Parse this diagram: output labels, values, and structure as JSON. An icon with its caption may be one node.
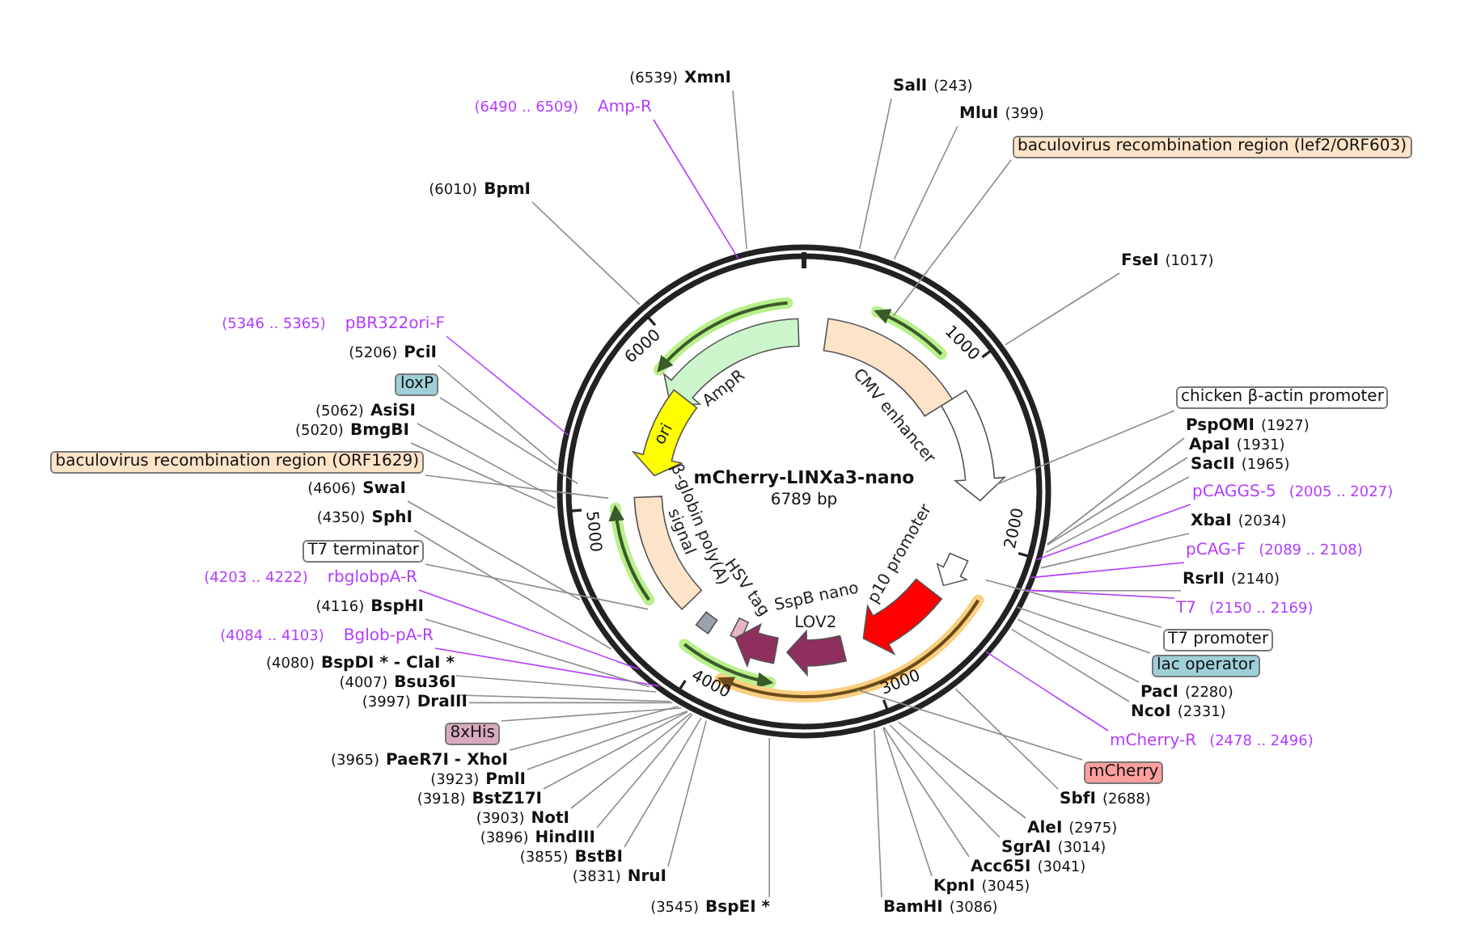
{
  "diagram": {
    "title": "mCherry-LINXa3-nano",
    "nodes": [
      {
        "text": [
          "SalI",
          "(243)"
        ]
      },
      {
        "text": [
          "MluI",
          "(399)"
        ]
      },
      {
        "text": [
          "baculovirus recombination region (lef2/ORF603)"
        ]
      },
      {
        "text": [
          "FseI",
          "(1017)"
        ]
      },
      {
        "text": [
          "chicken β-actin promoter"
        ]
      },
      {
        "text": [
          "PspOMI",
          "(1927)"
        ]
      },
      {
        "text": [
          "ApaI",
          "(1931)"
        ]
      },
      {
        "text": [
          "SacII",
          "(1965)"
        ]
      },
      {
        "text": [
          "pCAGGS-5",
          "(2005 .. 2027)"
        ]
      },
      {
        "text": [
          "XbaI",
          "(2034)"
        ]
      },
      {
        "text": [
          "pCAG-F",
          "(2089 .. 2108)"
        ]
      },
      {
        "text": [
          "RsrII",
          "(2140)"
        ]
      },
      {
        "text": [
          "T7",
          "(2150 .. 2169)"
        ]
      },
      {
        "text": [
          "T7 promoter"
        ]
      },
      {
        "text": [
          "lac operator"
        ]
      },
      {
        "text": [
          "PacI",
          "(2280)"
        ]
      },
      {
        "text": [
          "NcoI",
          "(2331)"
        ]
      },
      {
        "text": [
          "mCherry-R",
          "(2478 .. 2496)"
        ]
      },
      {
        "text": [
          "mCherry"
        ]
      },
      {
        "text": [
          "SbfI",
          "(2688)"
        ]
      },
      {
        "text": [
          "AleI",
          "(2975)"
        ]
      },
      {
        "text": [
          "SgrAI",
          "(3014)"
        ]
      },
      {
        "text": [
          "Acc65I",
          "(3041)"
        ]
      },
      {
        "text": [
          "KpnI",
          "(3045)"
        ]
      },
      {
        "text": [
          "BamHI",
          "(3086)"
        ]
      },
      {
        "text": [
          "(3545)",
          "BspEI *"
        ]
      },
      {
        "text": [
          "(3831)",
          "NruI"
        ]
      },
      {
        "text": [
          "(3855)",
          "BstBI"
        ]
      },
      {
        "text": [
          "(3896)",
          "HindIII"
        ]
      },
      {
        "text": [
          "(3903)",
          "NotI"
        ]
      },
      {
        "text": [
          "(3918)",
          "BstZ17I"
        ]
      },
      {
        "text": [
          "(3923)",
          "PmlI"
        ]
      },
      {
        "text": [
          "(3965)",
          "PaeR7I - XhoI"
        ]
      },
      {
        "text": [
          "8xHis"
        ]
      },
      {
        "text": [
          "(3997)",
          "DraIII"
        ]
      },
      {
        "text": [
          "(4007)",
          "Bsu36I"
        ]
      },
      {
        "text": [
          "(4080)",
          "BspDI * - ClaI *"
        ]
      },
      {
        "text": [
          "(4084 .. 4103)",
          "Bglob-pA-R"
        ]
      },
      {
        "text": [
          "(4116)",
          "BspHI"
        ]
      },
      {
        "text": [
          "(4203 .. 4222)",
          "rbglobpA-R"
        ]
      },
      {
        "text": [
          "T7 terminator"
        ]
      },
      {
        "text": [
          "(4350)",
          "SphI"
        ]
      },
      {
        "text": [
          "(4606)",
          "SwaI"
        ]
      },
      {
        "text": [
          "baculovirus recombination region (ORF1629)"
        ]
      },
      {
        "text": [
          "(5020)",
          "BmgBI"
        ]
      },
      {
        "text": [
          "(5062)",
          "AsiSI"
        ]
      },
      {
        "text": [
          "loxP"
        ]
      },
      {
        "text": [
          "(5206)",
          "PciI"
        ]
      },
      {
        "text": [
          "(5346 .. 5365)",
          "pBR322ori-F"
        ]
      },
      {
        "text": [
          "(6010)",
          "BpmI"
        ]
      },
      {
        "text": [
          "(6490 .. 6509)",
          "Amp-R"
        ]
      },
      {
        "text": [
          "(6539)",
          "XmnI"
        ]
      },
      {
        "text": [
          "AmpR"
        ]
      },
      {
        "text": [
          "ori"
        ]
      },
      {
        "text": [
          "β-globin poly(A) signal"
        ]
      },
      {
        "text": [
          "HSV tag"
        ]
      },
      {
        "text": [
          "SspB nano"
        ]
      },
      {
        "text": [
          "LOV2"
        ]
      },
      {
        "text": [
          "p10 promoter"
        ]
      },
      {
        "text": [
          "CMV enhancer"
        ]
      }
    ],
    "edges": [
      {
        "from": 0,
        "to": null,
        "arrow": "none"
      },
      {
        "from": 1,
        "to": null,
        "arrow": "none"
      },
      {
        "from": 2,
        "to": null,
        "arrow": "none"
      },
      {
        "from": 3,
        "to": null,
        "arrow": "none"
      },
      {
        "from": 4,
        "to": null,
        "arrow": "none"
      },
      {
        "from": 5,
        "to": null,
        "arrow": "none"
      },
      {
        "from": 6,
        "to": null,
        "arrow": "none"
      },
      {
        "from": 7,
        "to": null,
        "arrow": "none"
      },
      {
        "from": 8,
        "to": null,
        "arrow": "none",
        "color": "#b23cff"
      },
      {
        "from": 9,
        "to": null,
        "arrow": "none"
      },
      {
        "from": 10,
        "to": null,
        "arrow": "none",
        "color": "#b23cff"
      },
      {
        "from": 11,
        "to": null,
        "arrow": "none"
      },
      {
        "from": 12,
        "to": null,
        "arrow": "none",
        "color": "#b23cff"
      },
      {
        "from": 13,
        "to": null,
        "arrow": "none"
      },
      {
        "from": 14,
        "to": null,
        "arrow": "none"
      },
      {
        "from": 15,
        "to": null,
        "arrow": "none"
      },
      {
        "from": 16,
        "to": null,
        "arrow": "none"
      },
      {
        "from": 17,
        "to": null,
        "arrow": "none",
        "color": "#b23cff"
      },
      {
        "from": 18,
        "to": null,
        "arrow": "none"
      },
      {
        "from": 19,
        "to": null,
        "arrow": "none"
      },
      {
        "from": 20,
        "to": null,
        "arrow": "none"
      },
      {
        "from": 21,
        "to": null,
        "arrow": "none"
      },
      {
        "from": 22,
        "to": null,
        "arrow": "none"
      },
      {
        "from": 23,
        "to": null,
        "arrow": "none"
      },
      {
        "from": 24,
        "to": null,
        "arrow": "none"
      },
      {
        "from": 25,
        "to": null,
        "arrow": "none"
      },
      {
        "from": 26,
        "to": null,
        "arrow": "none"
      },
      {
        "from": 27,
        "to": null,
        "arrow": "none"
      },
      {
        "from": 28,
        "to": null,
        "arrow": "none"
      },
      {
        "from": 29,
        "to": null,
        "arrow": "none"
      },
      {
        "from": 30,
        "to": null,
        "arrow": "none"
      },
      {
        "from": 31,
        "to": null,
        "arrow": "none"
      },
      {
        "from": 32,
        "to": null,
        "arrow": "none"
      },
      {
        "from": 33,
        "to": null,
        "arrow": "none"
      },
      {
        "from": 34,
        "to": null,
        "arrow": "none"
      },
      {
        "from": 35,
        "to": null,
        "arrow": "none"
      },
      {
        "from": 36,
        "to": null,
        "arrow": "none"
      },
      {
        "from": 37,
        "to": null,
        "arrow": "none",
        "color": "#b23cff"
      },
      {
        "from": 38,
        "to": null,
        "arrow": "none"
      },
      {
        "from": 39,
        "to": null,
        "arrow": "none",
        "color": "#b23cff"
      },
      {
        "from": 40,
        "to": null,
        "arrow": "none"
      },
      {
        "from": 41,
        "to": null,
        "arrow": "none"
      },
      {
        "from": 42,
        "to": null,
        "arrow": "none"
      },
      {
        "from": 43,
        "to": null,
        "arrow": "none"
      },
      {
        "from": 44,
        "to": null,
        "arrow": "none"
      },
      {
        "from": 45,
        "to": null,
        "arrow": "none"
      },
      {
        "from": 46,
        "to": null,
        "arrow": "none"
      },
      {
        "from": 47,
        "to": null,
        "arrow": "none"
      },
      {
        "from": 48,
        "to": null,
        "arrow": "none",
        "color": "#b23cff"
      },
      {
        "from": 49,
        "to": null,
        "arrow": "none"
      },
      {
        "from": 50,
        "to": null,
        "arrow": "none",
        "color": "#b23cff"
      },
      {
        "from": 51,
        "to": null,
        "arrow": "none"
      }
    ],
    "labels": [
      "6789 bp",
      "1000",
      "2000",
      "3000",
      "4000",
      "5000",
      "6000"
    ]
  }
}
